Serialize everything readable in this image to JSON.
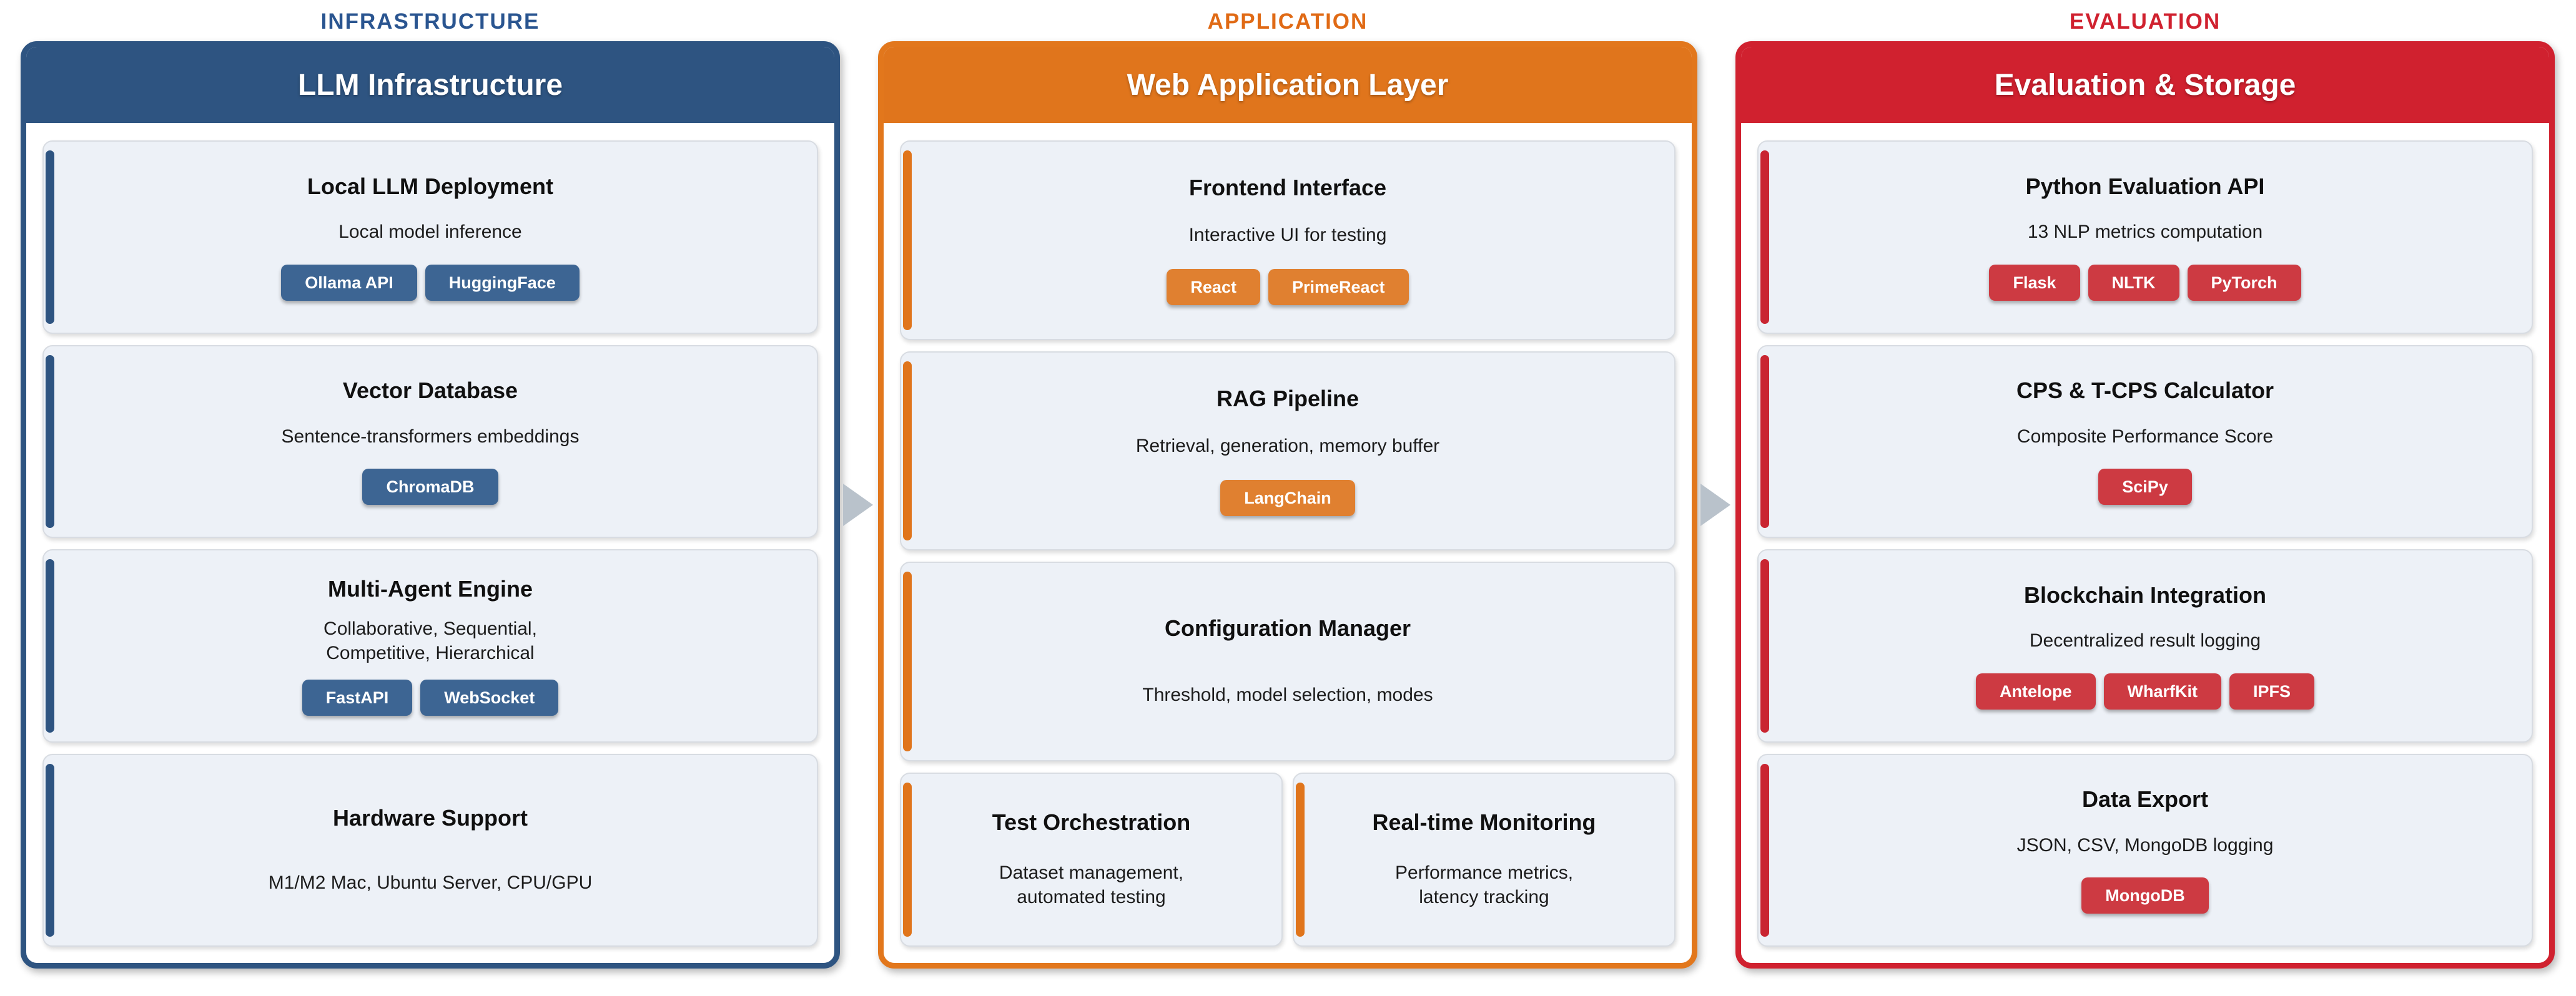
{
  "diagram": {
    "arrow_icon_color": "#b9c2cb",
    "card_background": "#edf1f7"
  },
  "columns": [
    {
      "label": "INFRASTRUCTURE",
      "title": "LLM Infrastructure",
      "colors": {
        "primary": "#2e5481",
        "badge": "#3d6593",
        "label": "#2a5590"
      },
      "cards": [
        {
          "title": "Local LLM Deployment",
          "desc": "Local model inference",
          "badges": [
            "Ollama API",
            "HuggingFace"
          ]
        },
        {
          "title": "Vector Database",
          "desc": "Sentence-transformers embeddings",
          "badges": [
            "ChromaDB"
          ]
        },
        {
          "title": "Multi-Agent Engine",
          "desc": "Collaborative, Sequential,\nCompetitive, Hierarchical",
          "badges": [
            "FastAPI",
            "WebSocket"
          ]
        },
        {
          "title": "Hardware Support",
          "desc": "M1/M2 Mac, Ubuntu Server, CPU/GPU",
          "badges": []
        }
      ]
    },
    {
      "label": "APPLICATION",
      "title": "Web Application Layer",
      "colors": {
        "primary": "#e0751c",
        "badge": "#e08030",
        "label": "#e06a15"
      },
      "cards": [
        {
          "title": "Frontend Interface",
          "desc": "Interactive UI for testing",
          "badges": [
            "React",
            "PrimeReact"
          ]
        },
        {
          "title": "RAG Pipeline",
          "desc": "Retrieval, generation, memory buffer",
          "badges": [
            "LangChain"
          ]
        },
        {
          "title": "Configuration Manager",
          "desc": "Threshold, model selection, modes",
          "badges": []
        }
      ],
      "split": {
        "left": {
          "title": "Test Orchestration",
          "desc": "Dataset management,\nautomated testing"
        },
        "right": {
          "title": "Real-time Monitoring",
          "desc": "Performance metrics,\nlatency tracking"
        }
      }
    },
    {
      "label": "EVALUATION",
      "title": "Evaluation & Storage",
      "colors": {
        "primary": "#d0212f",
        "badge": "#cd3a42",
        "label": "#d0212f"
      },
      "cards": [
        {
          "title": "Python Evaluation API",
          "desc": "13 NLP metrics computation",
          "badges": [
            "Flask",
            "NLTK",
            "PyTorch"
          ]
        },
        {
          "title": "CPS & T-CPS Calculator",
          "desc": "Composite Performance Score",
          "badges": [
            "SciPy"
          ]
        },
        {
          "title": "Blockchain Integration",
          "desc": "Decentralized result logging",
          "badges": [
            "Antelope",
            "WharfKit",
            "IPFS"
          ]
        },
        {
          "title": "Data Export",
          "desc": "JSON, CSV, MongoDB logging",
          "badges": [
            "MongoDB"
          ]
        }
      ]
    }
  ]
}
